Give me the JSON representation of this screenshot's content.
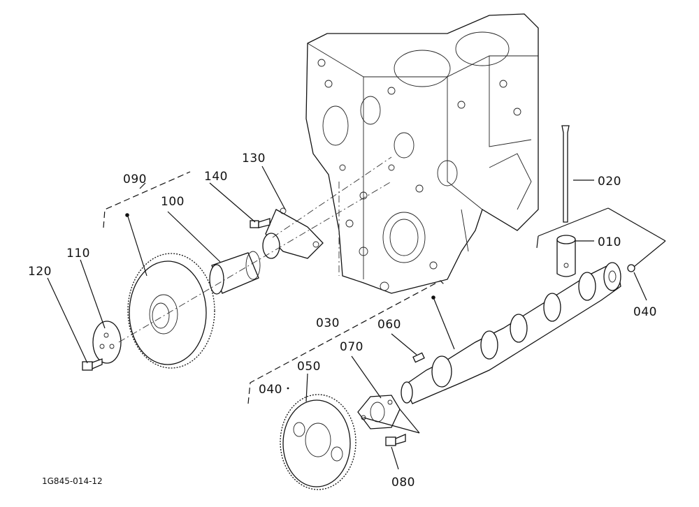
{
  "diagram_code": "1G845-014-12",
  "callouts": {
    "p010": "010",
    "p020": "020",
    "p030": "030",
    "p040a": "040",
    "p040b": "040",
    "p050": "050",
    "p060": "060",
    "p070": "070",
    "p080": "080",
    "p090": "090",
    "p100": "100",
    "p110": "110",
    "p120": "120",
    "p130": "130",
    "p140": "140"
  }
}
